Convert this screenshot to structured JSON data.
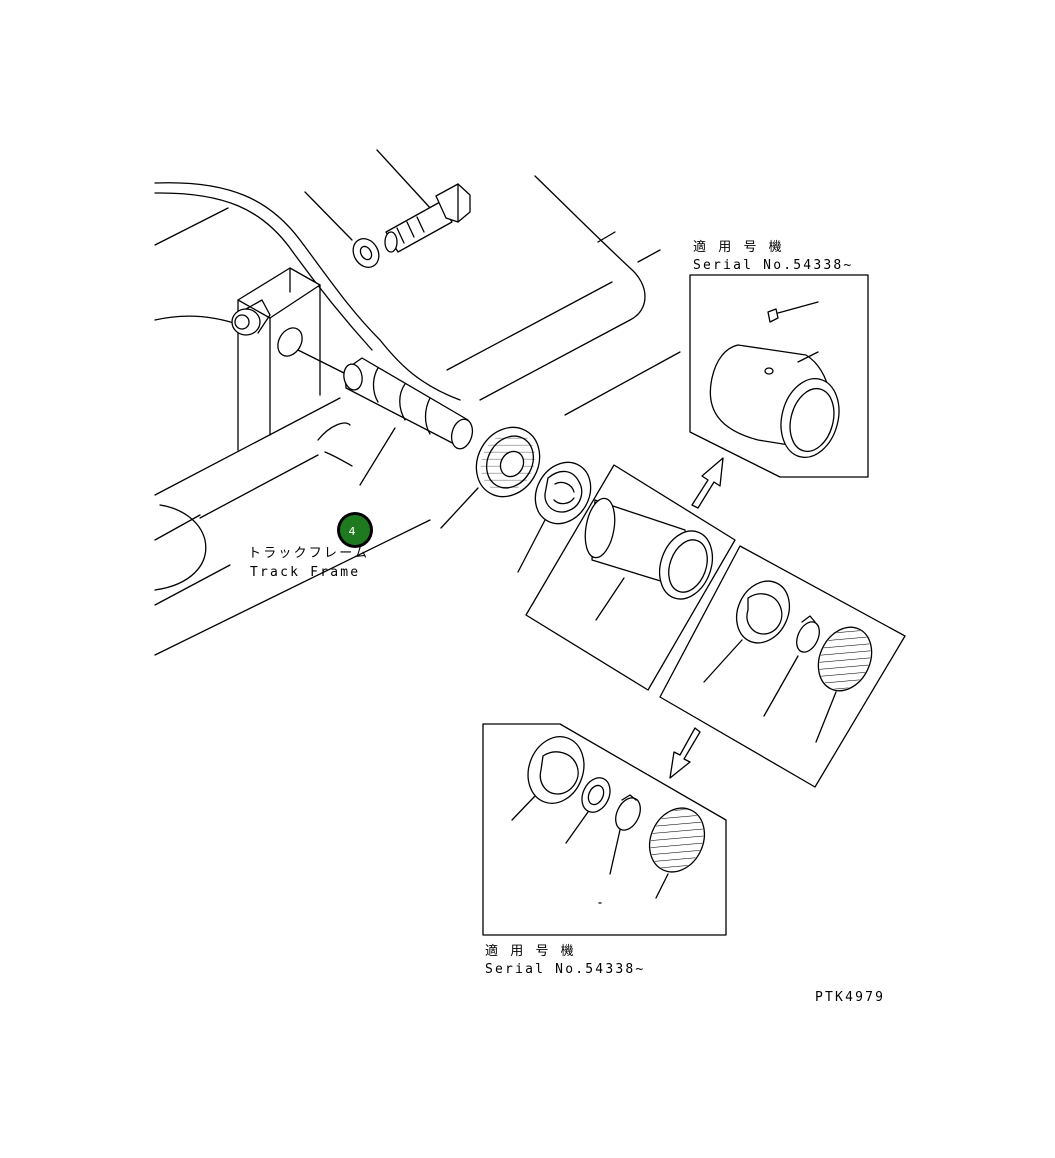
{
  "labels": {
    "track_frame_jp": "トラックフレーム",
    "track_frame_en": "Track Frame",
    "applicable_top_jp": "適 用 号 機",
    "applicable_top_serial": "Serial No.54338~",
    "applicable_bottom_jp": "適 用 号 機",
    "applicable_bottom_serial": "Serial No.54338~",
    "drawing_code": "PTK4979"
  },
  "callouts": [
    {
      "number": "4",
      "color": "#1f7a1f"
    }
  ]
}
